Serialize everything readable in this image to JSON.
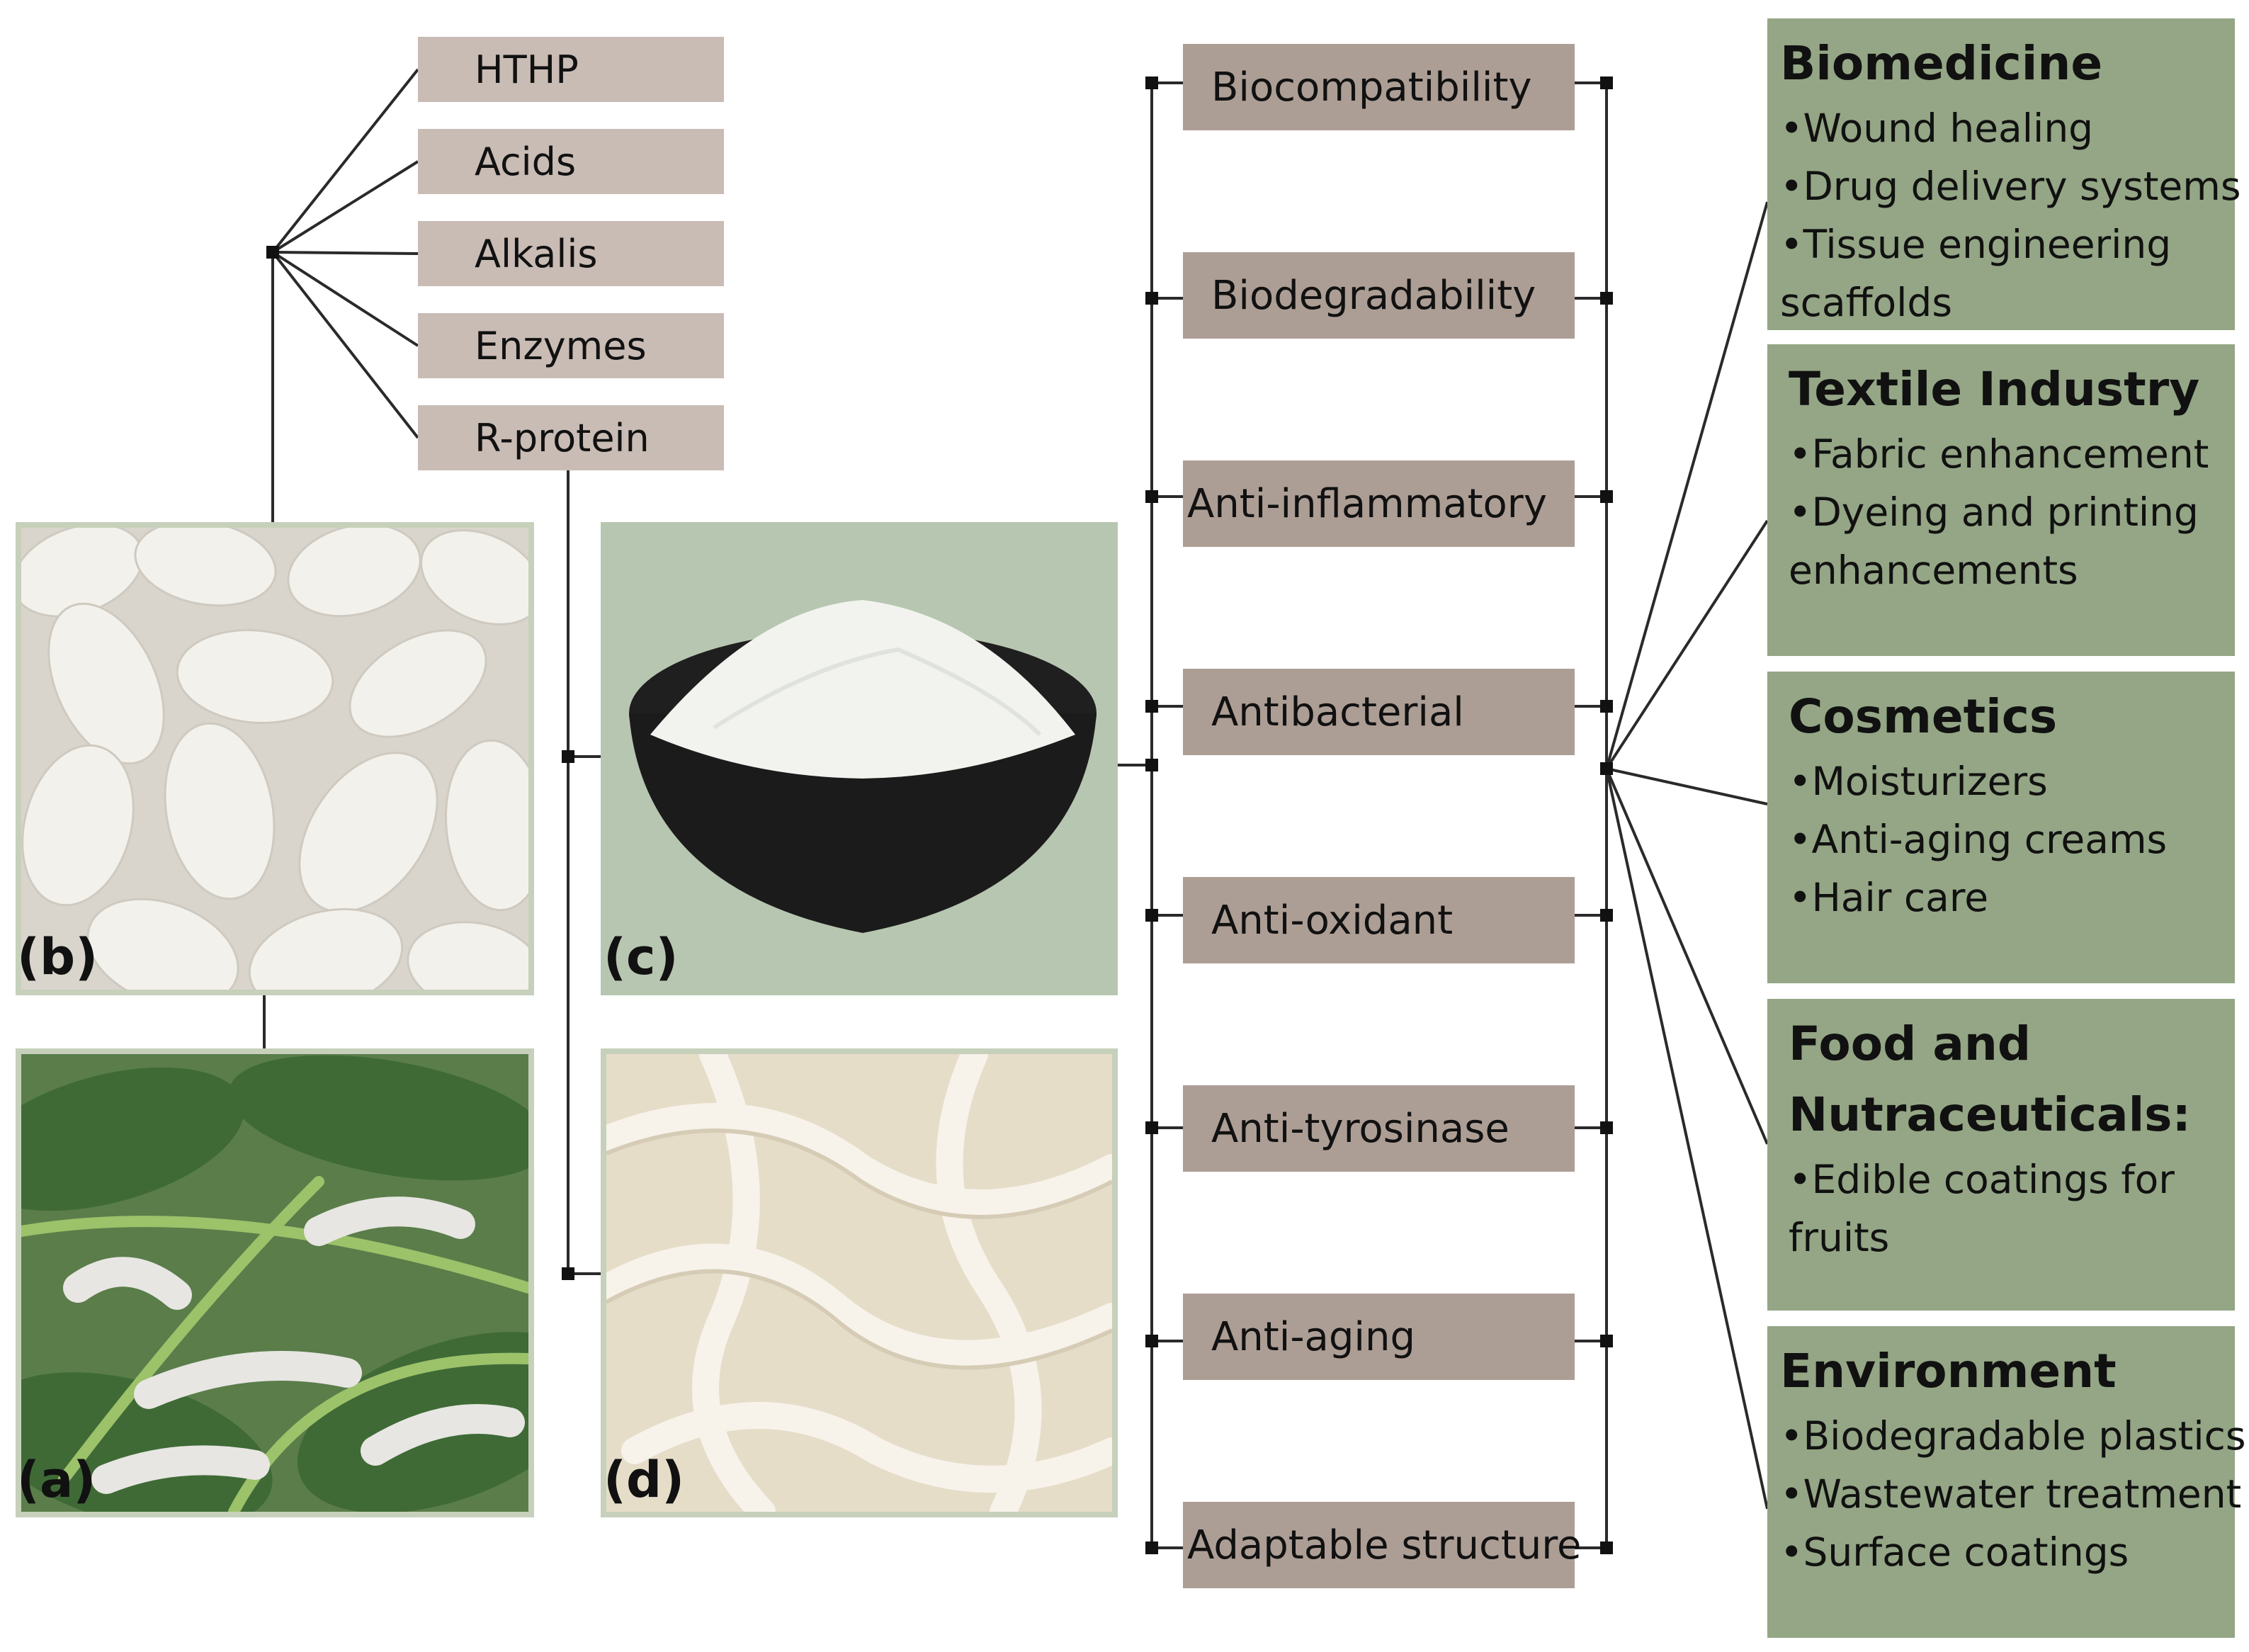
{
  "extraction_methods": [
    "HTHP",
    "Acids",
    "Alkalis",
    "Enzymes",
    "R-protein"
  ],
  "properties": [
    "Biocompatibility",
    "Biodegradability",
    "Anti-inflammatory",
    "Antibacterial",
    "Anti-oxidant",
    "Anti-tyrosinase",
    "Anti-aging",
    "Adaptable structure"
  ],
  "applications": [
    {
      "title": "Biomedicine",
      "items": [
        "•Wound healing",
        "•Drug delivery systems",
        "•Tissue engineering",
        "scaffolds"
      ]
    },
    {
      "title": "Textile Industry",
      "items": [
        "•Fabric enhancement",
        "•Dyeing and printing",
        "enhancements"
      ]
    },
    {
      "title": "Cosmetics",
      "items": [
        "•Moisturizers",
        "•Anti-aging creams",
        "•Hair care"
      ]
    },
    {
      "title": "Food and",
      "title2": "Nutraceuticals:",
      "items": [
        "•Edible coatings for",
        "fruits"
      ]
    },
    {
      "title": "Environment",
      "items": [
        "•Biodegradable plastics",
        "•Wastewater treatment",
        "•Surface coatings"
      ]
    }
  ],
  "panels": {
    "a": "(a)",
    "b": "(b)",
    "c": "(c)",
    "d": "(d)"
  },
  "colors": {
    "extraction_box": "#c9bcb5",
    "property_box": "#ad9e95",
    "application_box": "#94a685",
    "photo_border": "#c6d0bb",
    "powder_bg": "#b7c6b0"
  }
}
